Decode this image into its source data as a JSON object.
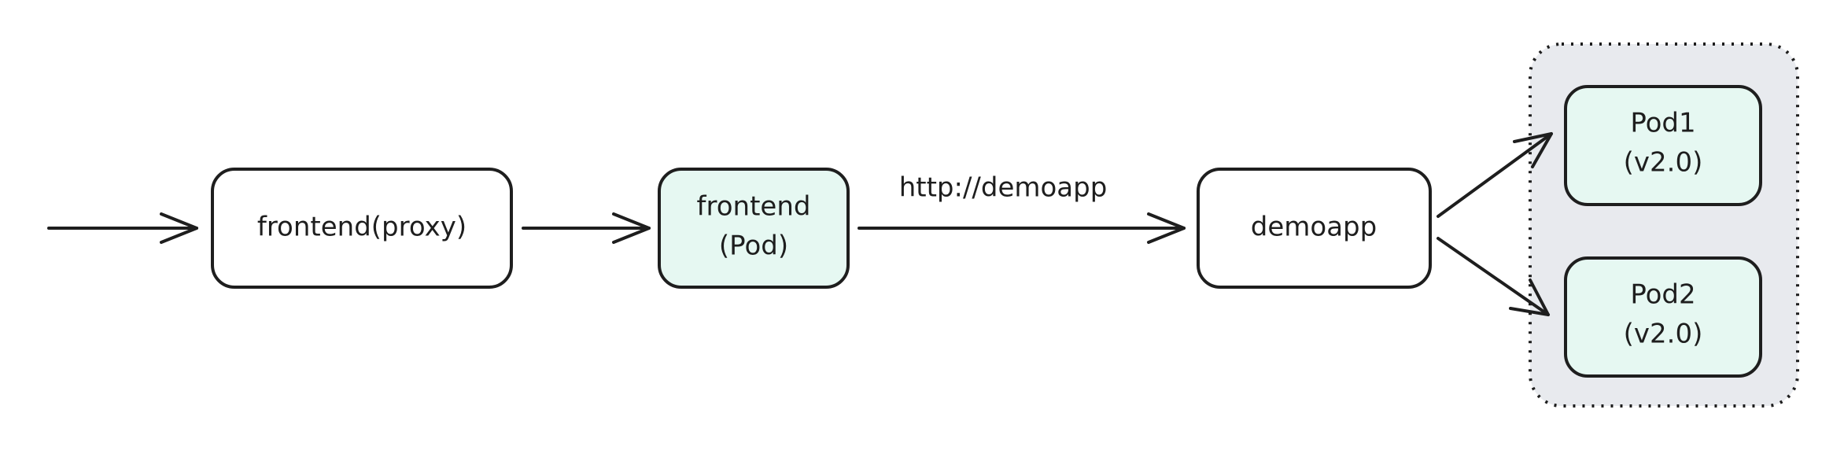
{
  "colors": {
    "stroke": "#1e1e1e",
    "box_plain": "#ffffff",
    "box_pod": "#e6f8f2",
    "group_fill": "#e8eaee"
  },
  "nodes": {
    "proxy": {
      "label": "frontend(proxy)"
    },
    "frontend_pod": {
      "line1": "frontend",
      "line2": "(Pod)"
    },
    "demoapp": {
      "label": "demoapp"
    },
    "pod1": {
      "line1": "Pod1",
      "line2": "(v2.0)"
    },
    "pod2": {
      "line1": "Pod2",
      "line2": "(v2.0)"
    }
  },
  "edges": {
    "frontend_to_demoapp_label": "http://demoapp"
  }
}
